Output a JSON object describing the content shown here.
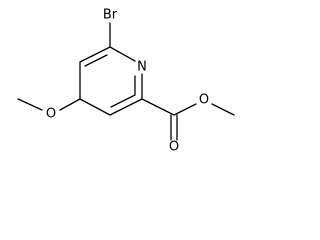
{
  "molecule": {
    "atoms": {
      "bromine": "Br",
      "ring_nitrogen": "N",
      "methoxy_oxygen": "O",
      "carbonyl_oxygen": "O",
      "ester_oxygen": "O"
    },
    "colors": {
      "bond": "#000000",
      "label": "#000000",
      "background": "#ffffff"
    }
  }
}
